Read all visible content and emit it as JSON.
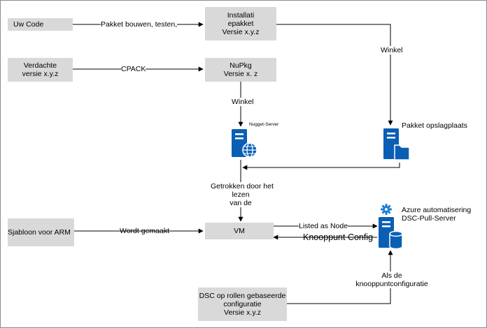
{
  "nodes": {
    "code": "Uw Code",
    "install_package": [
      "Installati",
      "epakket",
      "Versie x.y.z"
    ],
    "candidate": [
      "Verdachte",
      "versie x.y.z"
    ],
    "nupkg": [
      "NuPkg",
      "Versie x. z"
    ],
    "arm": "Sjabloon voor ARM",
    "vm": "VM",
    "dsc_config": [
      "DSC op rollen gebaseerde",
      "configuratie",
      "Versie x.y.z"
    ]
  },
  "edges": {
    "build_test": "Pakket bouwen, testen,",
    "cpack": "CPACK",
    "winkel_right": "Winkel",
    "winkel_center": "Winkel",
    "pulled": [
      "Getrokken door het",
      "lezen",
      "van de"
    ],
    "created": "Wordt gemaakt",
    "listed": "Listed as Node",
    "node_config": "Knooppunt Config",
    "as_node": [
      "Als de",
      "knooppuntconfiguratie"
    ]
  },
  "labels": {
    "nuget_server": "Nugget-Server",
    "package_store": "Pakket opslagplaats",
    "automation": [
      "Azure automatisering",
      "DSC-Pull-Server"
    ]
  },
  "icons": [
    "server-globe-icon",
    "server-folder-icon",
    "server-database-icon",
    "gear-icon"
  ],
  "colors": {
    "box": "#d9d9d9",
    "icon_blue": "#0a5fb4",
    "border": "#8c8c8c",
    "line": "#000000"
  }
}
